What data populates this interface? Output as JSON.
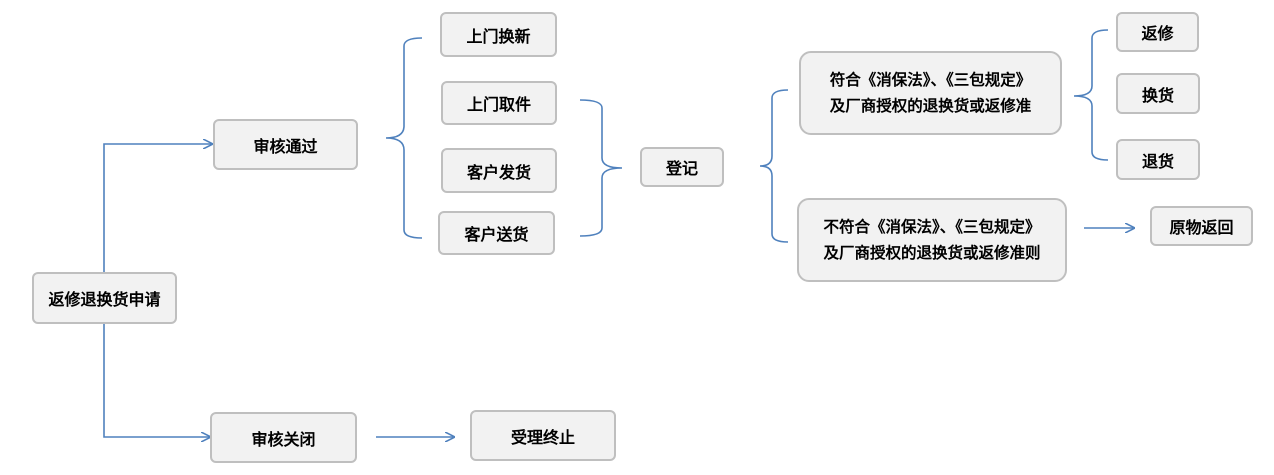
{
  "colors": {
    "line": "#4f81bd",
    "box_fill": "#f2f2f2",
    "box_border": "#bfbfbf"
  },
  "nodes": {
    "apply": "返修退换货申请",
    "approved": "审核通过",
    "closed": "审核关闭",
    "terminated": "受理终止",
    "home_exchange": "上门换新",
    "home_pickup": "上门取件",
    "customer_ship": "客户发货",
    "customer_deliver": "客户送货",
    "register": "登记",
    "compliant_line1": "符合《消保法》、《三包规定》",
    "compliant_line2": "及厂商授权的退换货或返修准",
    "noncompliant_line1": "不符合《消保法》、《三包规定》",
    "noncompliant_line2": "及厂商授权的退换货或返修准则",
    "repair": "返修",
    "exchange": "换货",
    "return_goods": "退货",
    "return_original": "原物返回"
  }
}
